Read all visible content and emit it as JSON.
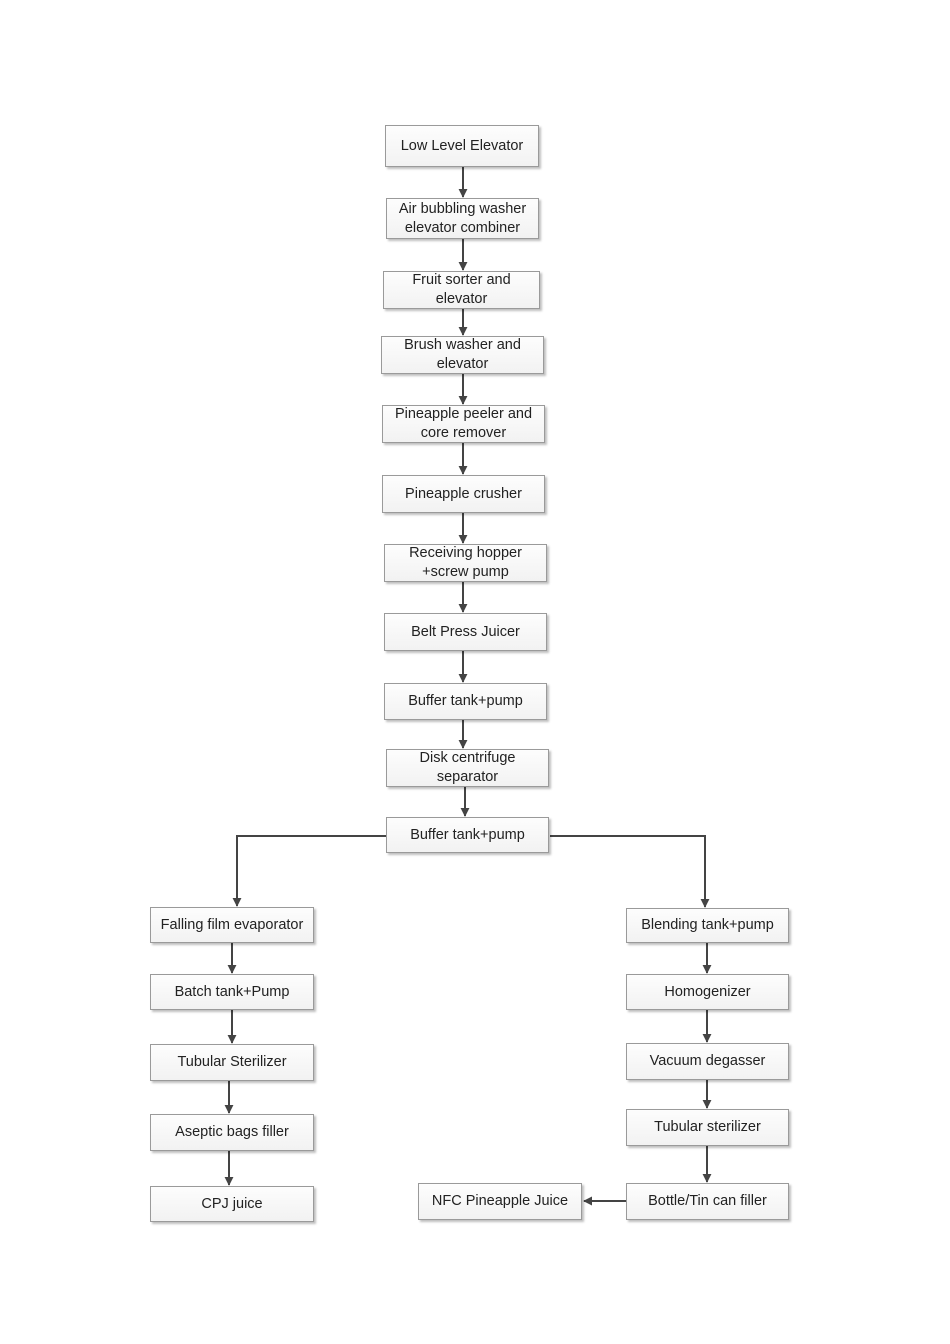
{
  "nodes": [
    {
      "id": "low-level-elevator",
      "label": "Low Level Elevator"
    },
    {
      "id": "air-bubbling-washer",
      "label": "Air bubbling washer\nelevator combiner"
    },
    {
      "id": "fruit-sorter",
      "label": "Fruit sorter and\nelevator"
    },
    {
      "id": "brush-washer",
      "label": "Brush washer and\nelevator"
    },
    {
      "id": "pineapple-peeler",
      "label": "Pineapple peeler and\ncore remover"
    },
    {
      "id": "pineapple-crusher",
      "label": "Pineapple crusher"
    },
    {
      "id": "receiving-hopper",
      "label": "Receiving hopper\n+screw pump"
    },
    {
      "id": "belt-press-juicer",
      "label": "Belt Press Juicer"
    },
    {
      "id": "buffer-tank-1",
      "label": "Buffer tank+pump"
    },
    {
      "id": "disk-centrifuge",
      "label": "Disk centrifuge\nseparator"
    },
    {
      "id": "buffer-tank-2",
      "label": "Buffer tank+pump"
    },
    {
      "id": "falling-film-evaporator",
      "label": "Falling film evaporator"
    },
    {
      "id": "batch-tank",
      "label": "Batch tank+Pump"
    },
    {
      "id": "tubular-sterilizer-left",
      "label": "Tubular Sterilizer"
    },
    {
      "id": "aseptic-bags-filler",
      "label": "Aseptic bags filler"
    },
    {
      "id": "cpj-juice",
      "label": "CPJ juice"
    },
    {
      "id": "blending-tank",
      "label": "Blending tank+pump"
    },
    {
      "id": "homogenizer",
      "label": "Homogenizer"
    },
    {
      "id": "vacuum-degasser",
      "label": "Vacuum degasser"
    },
    {
      "id": "tubular-sterilizer-right",
      "label": "Tubular sterilizer"
    },
    {
      "id": "bottle-tin-can-filler",
      "label": "Bottle/Tin can filler"
    },
    {
      "id": "nfc-pineapple-juice",
      "label": "NFC Pineapple Juice"
    }
  ],
  "edges": [
    [
      "low-level-elevator",
      "air-bubbling-washer"
    ],
    [
      "air-bubbling-washer",
      "fruit-sorter"
    ],
    [
      "fruit-sorter",
      "brush-washer"
    ],
    [
      "brush-washer",
      "pineapple-peeler"
    ],
    [
      "pineapple-peeler",
      "pineapple-crusher"
    ],
    [
      "pineapple-crusher",
      "receiving-hopper"
    ],
    [
      "receiving-hopper",
      "belt-press-juicer"
    ],
    [
      "belt-press-juicer",
      "buffer-tank-1"
    ],
    [
      "buffer-tank-1",
      "disk-centrifuge"
    ],
    [
      "disk-centrifuge",
      "buffer-tank-2"
    ],
    [
      "buffer-tank-2",
      "falling-film-evaporator"
    ],
    [
      "buffer-tank-2",
      "blending-tank"
    ],
    [
      "falling-film-evaporator",
      "batch-tank"
    ],
    [
      "batch-tank",
      "tubular-sterilizer-left"
    ],
    [
      "tubular-sterilizer-left",
      "aseptic-bags-filler"
    ],
    [
      "aseptic-bags-filler",
      "cpj-juice"
    ],
    [
      "blending-tank",
      "homogenizer"
    ],
    [
      "homogenizer",
      "vacuum-degasser"
    ],
    [
      "vacuum-degasser",
      "tubular-sterilizer-right"
    ],
    [
      "tubular-sterilizer-right",
      "bottle-tin-can-filler"
    ],
    [
      "bottle-tin-can-filler",
      "nfc-pineapple-juice"
    ]
  ]
}
